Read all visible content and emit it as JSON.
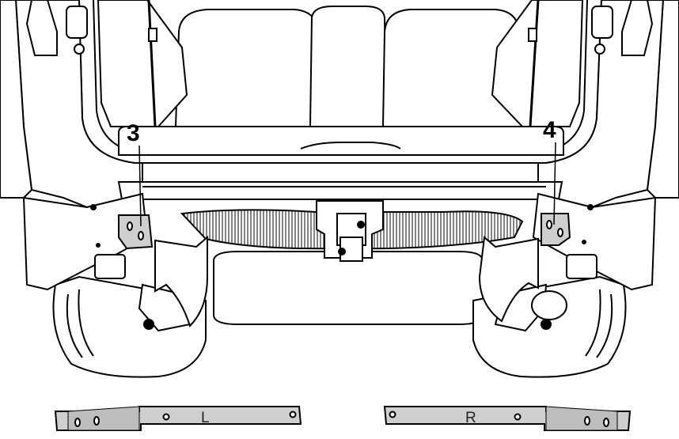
{
  "callouts": {
    "left_number": "3",
    "right_number": "4"
  },
  "brackets": {
    "left_label": "L",
    "right_label": "R"
  },
  "colors": {
    "line": "#000000",
    "bracket_fill": "#cfcfcf",
    "plate_fill": "#cfcfcf",
    "arrow_fill": "#ffffff",
    "shadow_fill": "#e6e6e6"
  }
}
